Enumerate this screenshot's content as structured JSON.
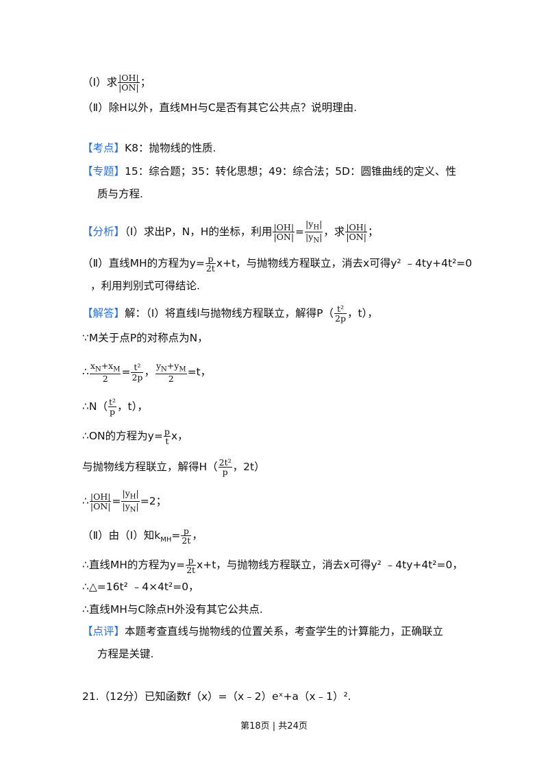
{
  "lines": {
    "l1_pre": "（Ⅰ）求",
    "l1_post": "；",
    "l2": "（Ⅱ）除H以外，直线MH与C是否有其它公共点？说明理由.",
    "kaodian_tag": "【考点】",
    "kaodian": "K8：抛物线的性质.",
    "zhuanti_tag": "【专题】",
    "zhuanti": "15：综合题；35：转化思想；49：综合法；5D：圆锥曲线的定义、性",
    "zhuanti2": "质与方程.",
    "fenxi_tag": "【分析】",
    "fenxi_a": "（Ⅰ）求出P，N，H的坐标，利用",
    "fenxi_b": "，求",
    "fenxi_c": "；",
    "fx2_a": "（Ⅱ）直线MH的方程为y=",
    "fx2_b": "x+t，与抛物线方程联立，消去x可得y² ﹣4ty+4t²=0",
    "fx3": "，利用判别式可得结论.",
    "jieda_tag": "【解答】",
    "jd1_a": "解：（Ⅰ）将直线l与抛物线方程联立，解得P（",
    "jd1_b": "，t），",
    "jd2": "∵M关于点P的对称点为N，",
    "jd3_a": "∴",
    "jd3_b": "=",
    "jd3_c": "，",
    "jd3_d": "=t，",
    "jd4_a": "∴N（",
    "jd4_b": "，t），",
    "jd5_a": "∴ON的方程为y=",
    "jd5_b": "x，",
    "jd6_a": "与抛物线方程联立，解得H（",
    "jd6_b": "，2t）",
    "jd7_a": "∴",
    "jd7_b": "=",
    "jd7_c": "=2；",
    "jd8_a": "（Ⅱ）由（Ⅰ）知k",
    "jd8_sub": "MH",
    "jd8_b": "=",
    "jd8_c": "，",
    "jd9_a": "∴直线MH的方程为y=",
    "jd9_b": "x+t，与抛物线方程联立，消去x可得y² ﹣4ty+4t²=0，",
    "jd10": "∴△=16t² ﹣4×4t²=0，",
    "jd11": "∴直线MH与C除点H外没有其它公共点.",
    "dianping_tag": "【点评】",
    "dianping": "本题考查直线与抛物线的位置关系，考查学生的计算能力，正确联立",
    "dianping2": "方程是关键.",
    "q21": "21.（12分）已知函数f（x）=（x﹣2）eˣ+a（x﹣1）²."
  },
  "math": {
    "OH": "|OH|",
    "ON": "|ON|",
    "yH": "|y",
    "yHs": "H",
    "yN": "|y",
    "yNs": "N",
    "bar": "|",
    "t2": "t²",
    "two_t2": "2t²",
    "p": "p",
    "two_p": "2p",
    "two": "2",
    "t": "t",
    "two_t": "2t",
    "xNxM": "x",
    "xNs": "N",
    "plusx": "+x",
    "xMs": "M",
    "yNyM": "y",
    "plusy": "+y",
    "yMs": "M"
  },
  "footer": "第18页 | 共24页"
}
